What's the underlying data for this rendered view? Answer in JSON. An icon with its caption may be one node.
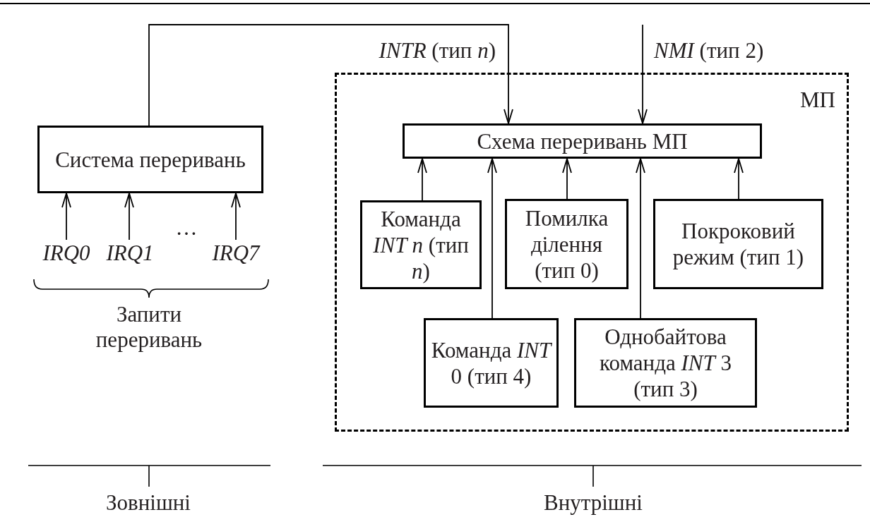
{
  "diagram": {
    "nodes": [
      {
        "text": [
          "МП"
        ]
      },
      {
        "text": [
          "Система переривань"
        ]
      },
      {
        "text": [
          "Схема переривань МП"
        ],
        "in": 0
      },
      {
        "text": [
          "Команда *INT n* (тип *n*)"
        ],
        "in": 0
      },
      {
        "text": [
          "Помилка ділення (тип 0)"
        ],
        "in": 0
      },
      {
        "text": [
          "Покроковий режим (тип 1)"
        ],
        "in": 0
      },
      {
        "text": [
          "Команда *INT* 0 (тип 4)"
        ],
        "in": 0
      },
      {
        "text": [
          "Однобайтова команда *INT* 3 (тип 3)"
        ],
        "in": 0
      },
      {
        "text": [
          "IRQ0"
        ]
      },
      {
        "text": [
          "IRQ1"
        ]
      },
      {
        "text": [
          "IRQ7"
        ]
      }
    ],
    "edges": [
      {
        "from": 8,
        "to": 1,
        "arrow": "to"
      },
      {
        "from": 9,
        "to": 1,
        "arrow": "to"
      },
      {
        "from": 10,
        "to": 1,
        "arrow": "to"
      },
      {
        "from": 1,
        "to": 2,
        "arrow": "to",
        "label": "*INTR* (тип *n*)"
      },
      {
        "from": null,
        "to": 2,
        "arrow": "to",
        "label": "*NMI* (тип 2)"
      },
      {
        "from": 3,
        "to": 2,
        "arrow": "to"
      },
      {
        "from": 6,
        "to": 2,
        "arrow": "to"
      },
      {
        "from": 4,
        "to": 2,
        "arrow": "to"
      },
      {
        "from": 7,
        "to": 2,
        "arrow": "to"
      },
      {
        "from": 5,
        "to": 2,
        "arrow": "to"
      }
    ],
    "labels": [
      "…",
      "Запити переривань",
      "Зовнішні",
      "Внутрішні"
    ]
  }
}
